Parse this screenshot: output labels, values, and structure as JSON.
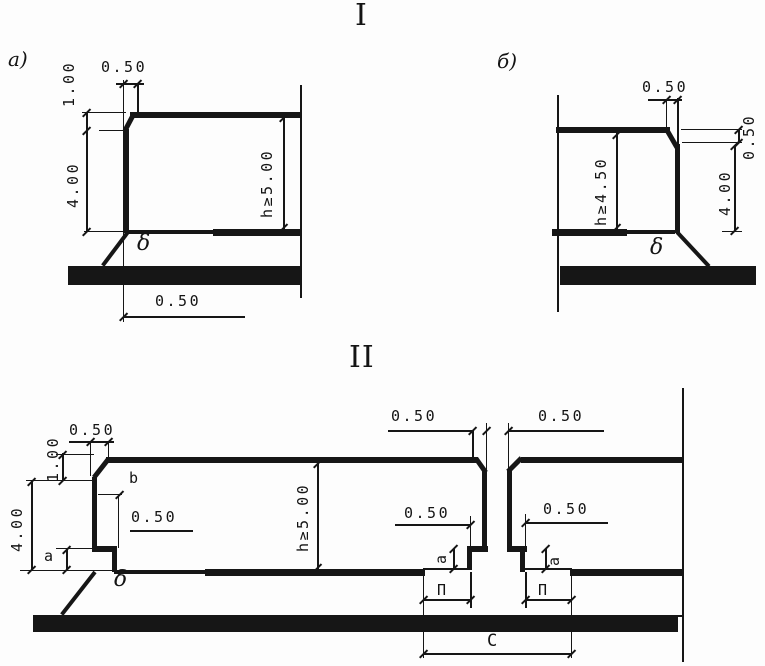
{
  "figure": {
    "section1": {
      "numeral": "I",
      "a": {
        "label": "a)",
        "dim_top": "0.50",
        "dim_chamfer": "1.00",
        "dim_wall": "4.00",
        "dim_height": "h≥5.00",
        "dim_bottom": "0.50",
        "delta": "δ"
      },
      "b": {
        "label": "б)",
        "dim_top": "0.50",
        "dim_chamfer": "0.50",
        "dim_wall": "4.00",
        "dim_height": "h≥4.50",
        "delta": "δ"
      }
    },
    "section2": {
      "numeral": "II",
      "dim_top": "0.50",
      "dim_chamfer": "1.00",
      "dim_wall": "4.00",
      "label_a": "a",
      "label_b": "b",
      "dim_inner": "0.50",
      "delta": "δ",
      "dim_height": "h≥5.00",
      "gap": {
        "dim_top_left": "0.50",
        "dim_top_right": "0.50",
        "dim_mid_left": "0.50",
        "dim_mid_right": "0.50",
        "label_a_left": "a",
        "label_a_right": "a",
        "label_p_left": "П",
        "label_p_right": "П",
        "label_c": "C"
      }
    }
  }
}
